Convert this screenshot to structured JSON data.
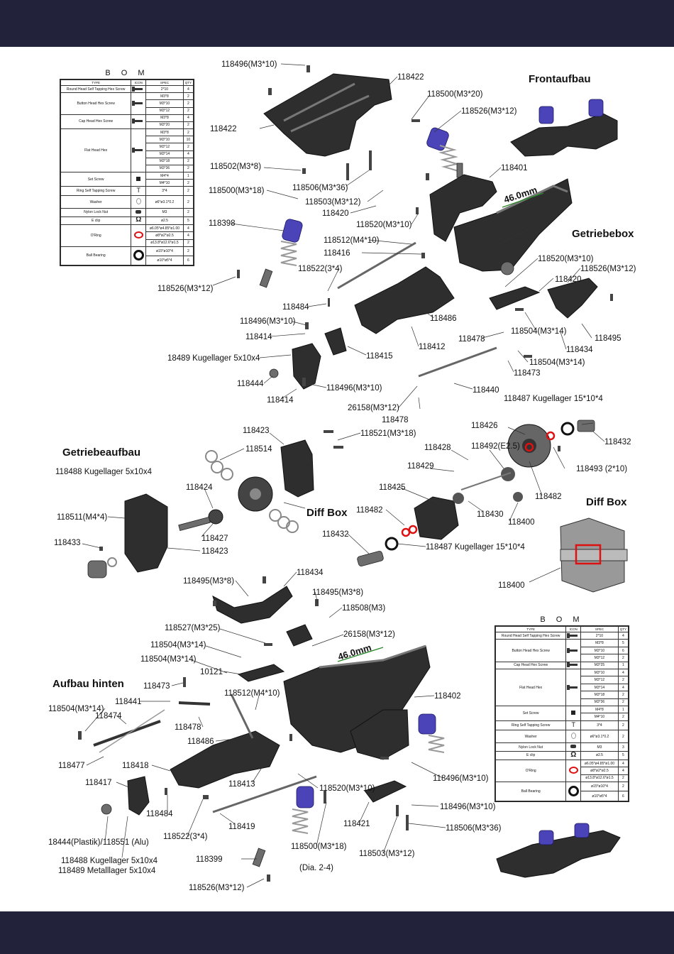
{
  "headers": {
    "front": "Frontaufbau",
    "gearbox": "Getriebebox",
    "gear_assembly": "Getriebeaufbau",
    "diffbox_inline": "Diff Box",
    "diffbox": "Diff Box",
    "rear": "Aufbau hinten"
  },
  "dimension": "46.0mm",
  "caption": "(Dia. 2-4)",
  "bom_title": "B O M",
  "bom_columns": [
    "TYPE",
    "ICON",
    "SPEC",
    "QTY"
  ],
  "bom1": [
    {
      "type": "Round Head Self Tapping Hex Screw",
      "icon": "round-head-screw-icon",
      "specs": [
        "2*10"
      ],
      "qty": [
        "4"
      ]
    },
    {
      "type": "Button Head Hex Screw",
      "icon": "button-head-screw-icon",
      "specs": [
        "M3*8",
        "M3*10",
        "M3*12"
      ],
      "qty": [
        "2",
        "2",
        "2"
      ]
    },
    {
      "type": "Cap Head Hex Screw",
      "icon": "cap-head-screw-icon",
      "specs": [
        "M3*8",
        "M3*20"
      ],
      "qty": [
        "4",
        "2"
      ]
    },
    {
      "type": "Flat Head Hex",
      "icon": "flat-head-screw-icon",
      "specs": [
        "M3*8",
        "M3*10",
        "M3*12",
        "M3*14",
        "M3*18",
        "M3*36"
      ],
      "qty": [
        "2",
        "10",
        "2",
        "4",
        "2",
        "2"
      ]
    },
    {
      "type": "Set Screw",
      "icon": "set-screw-icon",
      "specs": [
        "M4*4",
        "M4*10"
      ],
      "qty": [
        "1",
        "2"
      ]
    },
    {
      "type": "Ring Self Tapping Screw",
      "icon": "ring-screw-icon",
      "specs": [
        "3*4"
      ],
      "qty": [
        "2"
      ]
    },
    {
      "type": "Washer",
      "icon": "washer-icon",
      "specs": [
        "ø6*ø3.1*0.2"
      ],
      "qty": [
        "2"
      ]
    },
    {
      "type": "Nylon Lock Nut",
      "icon": "lock-nut-icon",
      "specs": [
        "M3"
      ],
      "qty": [
        "2"
      ]
    },
    {
      "type": "E clip",
      "icon": "e-clip-icon",
      "specs": [
        "ø2.5"
      ],
      "qty": [
        "5"
      ]
    },
    {
      "type": "O'Ring",
      "icon": "o-ring-icon",
      "specs": [
        "ø6.05*ø4.85*ø1.00",
        "ø8*ø2*ø2.5",
        "ø13.8*ø12.6*ø1.5"
      ],
      "qty": [
        "4",
        "4",
        "2"
      ]
    },
    {
      "type": "Ball Bearing",
      "icon": "ball-bearing-icon",
      "specs": [
        "ø15*ø10*4",
        "ø10*ø5*4"
      ],
      "qty": [
        "2",
        "6"
      ]
    }
  ],
  "bom2": [
    {
      "type": "Round Head Self Tapping Hex Screw",
      "icon": "round-head-screw-icon",
      "specs": [
        "2*10"
      ],
      "qty": [
        "4"
      ]
    },
    {
      "type": "Button Head Hex Screw",
      "icon": "button-head-screw-icon",
      "specs": [
        "M3*8",
        "M3*10",
        "M3*12"
      ],
      "qty": [
        "5",
        "6",
        "2"
      ]
    },
    {
      "type": "Cap Head Hex Screw",
      "icon": "cap-head-screw-icon",
      "specs": [
        "M3*25"
      ],
      "qty": [
        "1"
      ]
    },
    {
      "type": "Flat Head Hex",
      "icon": "flat-head-screw-icon",
      "specs": [
        "M3*10",
        "M3*12",
        "M3*14",
        "M3*18",
        "M3*36"
      ],
      "qty": [
        "4",
        "2",
        "4",
        "2",
        "2"
      ]
    },
    {
      "type": "Set Screw",
      "icon": "set-screw-icon",
      "specs": [
        "M4*8",
        "M4*10"
      ],
      "qty": [
        "1",
        "2"
      ]
    },
    {
      "type": "Ring Self Tapping Screw",
      "icon": "ring-screw-icon",
      "specs": [
        "3*4"
      ],
      "qty": [
        "2"
      ]
    },
    {
      "type": "Washer",
      "icon": "washer-icon",
      "specs": [
        "ø6*ø3.1*0.2"
      ],
      "qty": [
        "2"
      ]
    },
    {
      "type": "Nylon Lock Nut",
      "icon": "lock-nut-icon",
      "specs": [
        "M3"
      ],
      "qty": [
        "3"
      ]
    },
    {
      "type": "E clip",
      "icon": "e-clip-icon",
      "specs": [
        "ø2.5"
      ],
      "qty": [
        "5"
      ]
    },
    {
      "type": "O'Ring",
      "icon": "o-ring-icon",
      "specs": [
        "ø6.05*ø4.85*ø1.00",
        "ø8*ø2*ø2.5",
        "ø13.8*ø12.6*ø1.5"
      ],
      "qty": [
        "4",
        "4",
        "2"
      ]
    },
    {
      "type": "Ball Bearing",
      "icon": "ball-bearing-icon",
      "specs": [
        "ø15*ø10*4",
        "ø10*ø5*4"
      ],
      "qty": [
        "2",
        "6"
      ]
    }
  ],
  "labels": {
    "l1": "118496(M3*10)",
    "l2": "118422",
    "l3": "118422",
    "l4": "118500(M3*20)",
    "l5": "118526(M3*12)",
    "l6": "118502(M3*8)",
    "l7": "118401",
    "l8": "118500(M3*18)",
    "l9": "118506(M3*36)",
    "l10": "118503(M3*12)",
    "l11": "118420",
    "l12": "118398",
    "l13": "118520(M3*10)",
    "l14": "118512(M4*10)",
    "l15": "118416",
    "l16": "118522(3*4)",
    "l17": "118520(M3*10)",
    "l18": "118526(M3*12)",
    "l19": "118526(M3*12)",
    "l20": "118420",
    "l21": "118484",
    "l22": "118486",
    "l23": "118496(M3*10)",
    "l24": "118414",
    "l25": "118478",
    "l26": "118504(M3*14)",
    "l27": "118495",
    "l28": "118412",
    "l29": "118415",
    "l30": "118434",
    "l31": "18489 Kugellager 5x10x4",
    "l32": "118504(M3*14)",
    "l33": "118473",
    "l34": "118444",
    "l35": "118496(M3*10)",
    "l36": "118414",
    "l37": "118440",
    "l38": "26158(M3*12)",
    "l39": "118478",
    "l40": "118487 Kugellager 15*10*4",
    "l41": "118423",
    "l42": "118521(M3*18)",
    "l43": "118514",
    "l44": "118426",
    "l45": "118432",
    "l46": "118488 Kugellager 5x10x4",
    "l47": "118428",
    "l48": "118492(E2.5)",
    "l49": "118493 (2*10)",
    "l50": "118429",
    "l51": "118424",
    "l52": "118425",
    "l53": "118482",
    "l54": "118511(M4*4)",
    "l55": "118482",
    "l56": "118430",
    "l57": "118400",
    "l58": "118427",
    "l59": "118433",
    "l60": "118423",
    "l61": "118432",
    "l62": "118487 Kugellager 15*10*4",
    "l63": "118400",
    "l64": "118434",
    "l65": "118495(M3*8)",
    "l66": "118495(M3*8)",
    "l67": "118508(M3)",
    "l68": "118527(M3*25)",
    "l69": "26158(M3*12)",
    "l70": "118504(M3*14)",
    "l71": "118504(M3*14)",
    "l72": "10121",
    "l73": "118473",
    "l74": "118512(M4*10)",
    "l75": "118402",
    "l76": "118504(M3*14)",
    "l77": "118441",
    "l78": "118474",
    "l79": "118478",
    "l80": "118486",
    "l81": "118477",
    "l82": "118418",
    "l83": "118417",
    "l84": "118413",
    "l85": "118496(M3*10)",
    "l86": "118520(M3*10)",
    "l87": "118496(M3*10)",
    "l88": "118484",
    "l89": "118421",
    "l90": "118419",
    "l91": "118522(3*4)",
    "l92": "118506(M3*36)",
    "l93": "18444(Plastik)/118551 (Alu)",
    "l94": "118500(M3*18)",
    "l95": "118503(M3*12)",
    "l96": "118488 Kugellager 5x10x4",
    "l97": "118489 Metalllager 5x10x4",
    "l98": "118399",
    "l99": "118526(M3*12)"
  }
}
